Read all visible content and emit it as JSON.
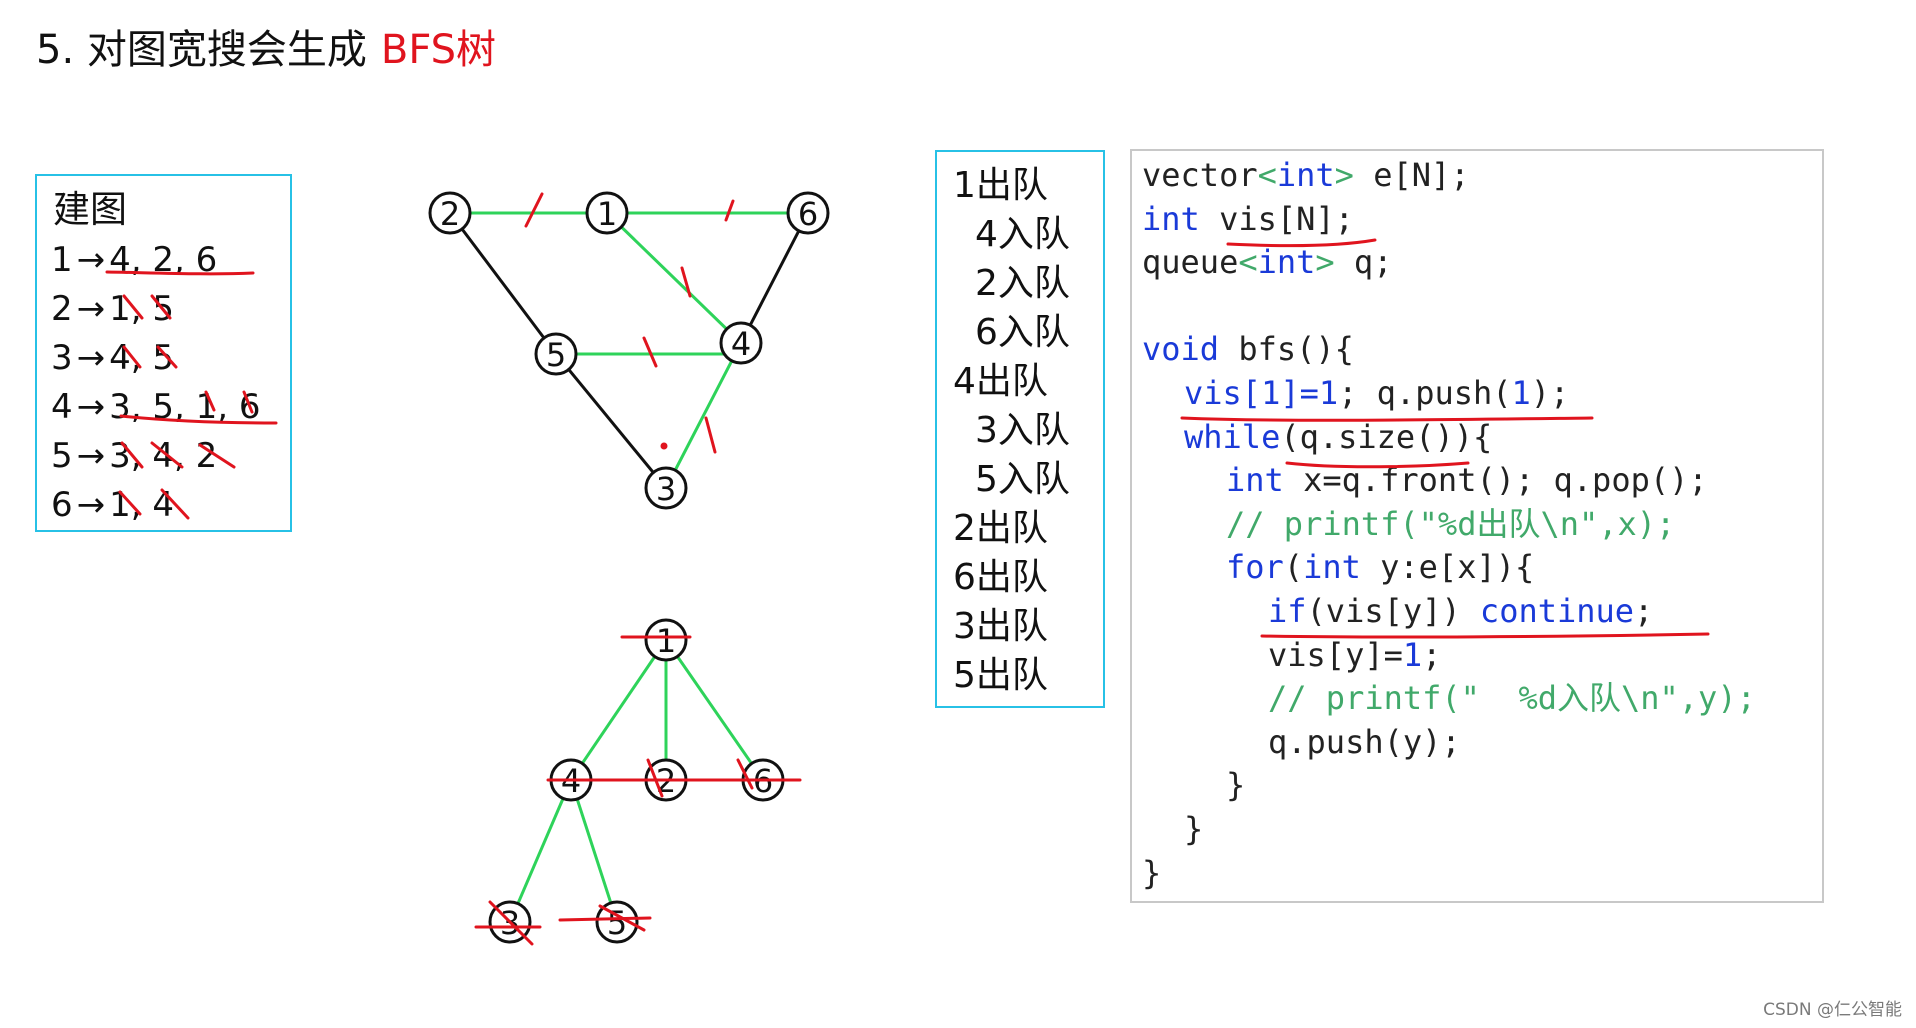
{
  "title": {
    "prefix": "5. 对图宽搜会生成",
    "highlight": "BFS树"
  },
  "adjacency": {
    "heading": "建图",
    "arrow": "→",
    "rows": [
      {
        "node": "1",
        "neighbors": "4, 2, 6"
      },
      {
        "node": "2",
        "neighbors": "1, 5"
      },
      {
        "node": "3",
        "neighbors": "4, 5"
      },
      {
        "node": "4",
        "neighbors": "3, 5, 1, 6"
      },
      {
        "node": "5",
        "neighbors": "3, 4, 2"
      },
      {
        "node": "6",
        "neighbors": "1, 4"
      }
    ]
  },
  "graph": {
    "nodes": [
      "1",
      "2",
      "3",
      "4",
      "5",
      "6"
    ]
  },
  "tree": {
    "nodes": [
      "1",
      "4",
      "2",
      "6",
      "3",
      "5"
    ]
  },
  "queue_log": [
    {
      "text": "1出队",
      "indent": false
    },
    {
      "text": "4入队",
      "indent": true
    },
    {
      "text": "2入队",
      "indent": true
    },
    {
      "text": "6入队",
      "indent": true
    },
    {
      "text": "4出队",
      "indent": false
    },
    {
      "text": "3入队",
      "indent": true
    },
    {
      "text": "5入队",
      "indent": true
    },
    {
      "text": "2出队",
      "indent": false
    },
    {
      "text": "6出队",
      "indent": false
    },
    {
      "text": "3出队",
      "indent": false
    },
    {
      "text": "5出队",
      "indent": false
    }
  ],
  "code": {
    "lines": [
      {
        "indent": 0,
        "tokens": [
          {
            "t": "vector",
            "c": "pl"
          },
          {
            "t": "<",
            "c": "cm"
          },
          {
            "t": "int",
            "c": "kw"
          },
          {
            "t": ">",
            "c": "cm"
          },
          {
            "t": " e[N];",
            "c": "pl"
          }
        ]
      },
      {
        "indent": 0,
        "tokens": [
          {
            "t": "int",
            "c": "kw"
          },
          {
            "t": " vis[N];",
            "c": "pl"
          }
        ]
      },
      {
        "indent": 0,
        "tokens": [
          {
            "t": "queue",
            "c": "pl"
          },
          {
            "t": "<",
            "c": "cm"
          },
          {
            "t": "int",
            "c": "kw"
          },
          {
            "t": ">",
            "c": "cm"
          },
          {
            "t": " q;",
            "c": "pl"
          }
        ]
      },
      {
        "indent": 0,
        "tokens": []
      },
      {
        "indent": 0,
        "tokens": [
          {
            "t": "void",
            "c": "kw"
          },
          {
            "t": " bfs(){",
            "c": "pl"
          }
        ]
      },
      {
        "indent": 1,
        "tokens": [
          {
            "t": "vis[",
            "c": "kw"
          },
          {
            "t": "1",
            "c": "num"
          },
          {
            "t": "]=",
            "c": "kw"
          },
          {
            "t": "1",
            "c": "num"
          },
          {
            "t": "; q.push(",
            "c": "pl"
          },
          {
            "t": "1",
            "c": "num"
          },
          {
            "t": ");",
            "c": "pl"
          }
        ]
      },
      {
        "indent": 1,
        "tokens": [
          {
            "t": "while",
            "c": "kw"
          },
          {
            "t": "(q.size()){",
            "c": "pl"
          }
        ]
      },
      {
        "indent": 2,
        "tokens": [
          {
            "t": "int",
            "c": "kw"
          },
          {
            "t": " x=q.front(); q.pop();",
            "c": "pl"
          }
        ]
      },
      {
        "indent": 2,
        "tokens": [
          {
            "t": "// printf(\"%d出队\\n\",x);",
            "c": "cm"
          }
        ]
      },
      {
        "indent": 2,
        "tokens": [
          {
            "t": "for",
            "c": "kw"
          },
          {
            "t": "(",
            "c": "pl"
          },
          {
            "t": "int",
            "c": "kw"
          },
          {
            "t": " y:e[x]){",
            "c": "pl"
          }
        ]
      },
      {
        "indent": 3,
        "tokens": [
          {
            "t": "if",
            "c": "kw"
          },
          {
            "t": "(vis[y]) ",
            "c": "pl"
          },
          {
            "t": "continue",
            "c": "kw"
          },
          {
            "t": ";",
            "c": "pl"
          }
        ]
      },
      {
        "indent": 3,
        "tokens": [
          {
            "t": "vis[y]=",
            "c": "pl"
          },
          {
            "t": "1",
            "c": "num"
          },
          {
            "t": ";",
            "c": "pl"
          }
        ]
      },
      {
        "indent": 3,
        "tokens": [
          {
            "t": "// printf(\"  %d入队\\n\",y);",
            "c": "cm"
          }
        ]
      },
      {
        "indent": 3,
        "tokens": [
          {
            "t": "q.push(y);",
            "c": "pl"
          }
        ]
      },
      {
        "indent": 2,
        "tokens": [
          {
            "t": "}",
            "c": "pl"
          }
        ]
      },
      {
        "indent": 1,
        "tokens": [
          {
            "t": "}",
            "c": "pl"
          }
        ]
      },
      {
        "indent": 0,
        "tokens": [
          {
            "t": "}",
            "c": "pl"
          }
        ]
      }
    ]
  },
  "colors": {
    "edge_black": "#111111",
    "edge_green": "#2ed35a",
    "annotation_red": "#e0141e",
    "box_blue": "#27c1e6"
  },
  "watermark": "CSDN @仁公智能"
}
